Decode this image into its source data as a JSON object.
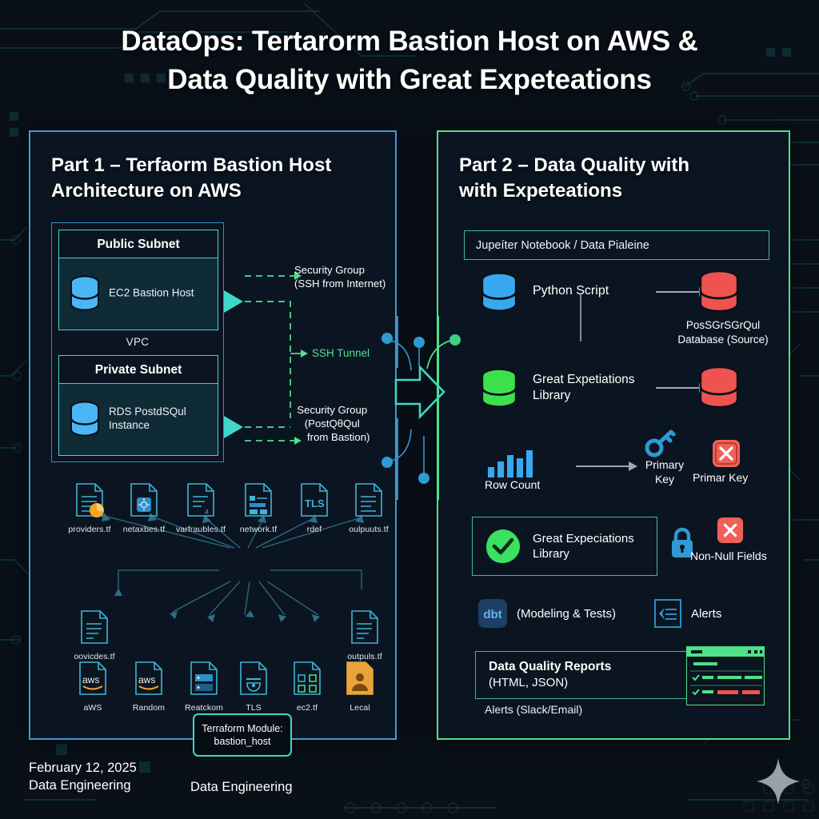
{
  "title": {
    "line1": "DataOps: Tertarorm Bastion Host on AWS &",
    "line2": "Data Quality with Great Expeteations"
  },
  "colors": {
    "background": "#0a1018",
    "panel_bg": "#0b1521",
    "left_border": "#3f9ad8",
    "right_border": "#4fe08a",
    "teal": "#3fd7c9",
    "green": "#4fe08a",
    "blue": "#38a8f0",
    "red": "#ef5350",
    "green_db": "#3ce04d"
  },
  "left_panel": {
    "heading_line1": "Part 1 – Terfaorm Bastion Host",
    "heading_line2": "Architecture on AWS",
    "vpc_label": "VPC",
    "subnets": [
      {
        "name": "Public Subnet",
        "resource": "EC2 Bastion Host",
        "icon": "database-cylinder-icon"
      },
      {
        "name": "Private Subnet",
        "resource": "RDS PostdSQul Instance",
        "icon": "database-cylinder-icon"
      }
    ],
    "annotations": [
      {
        "id": "sg-internet",
        "line1": "Security Group",
        "line2": "(SSH from Internet)"
      },
      {
        "id": "ssh-tunnel",
        "text": "SSH Tunnel"
      },
      {
        "id": "sg-bastion",
        "line1": "Security Group",
        "line2": "(PostQθQul",
        "line3": "from Bastion)"
      }
    ],
    "module_box": {
      "line1": "Terraform Module:",
      "line2": "bastion_host"
    },
    "files_top": [
      {
        "label": "providers.tf",
        "icon": "file-lines-icon"
      },
      {
        "label": "netaxbes.tf",
        "icon": "file-config-icon"
      },
      {
        "label": "varfraubles.tf",
        "icon": "file-variables-icon"
      },
      {
        "label": "network.tf",
        "icon": "file-network-icon"
      },
      {
        "label": "rdef",
        "icon": "file-tls-icon"
      },
      {
        "label": "oulpuuts.tf",
        "icon": "file-lines-icon"
      }
    ],
    "files_mid": [
      {
        "label": "oovicdes.tf",
        "icon": "file-lines-icon"
      },
      {
        "label": "outpuls.tf",
        "icon": "file-lines-icon"
      }
    ],
    "files_bottom": [
      {
        "label": "aWS",
        "icon": "aws-provider-icon"
      },
      {
        "label": "Random",
        "icon": "aws-provider-icon"
      },
      {
        "label": "Reatckom",
        "icon": "file-server-icon"
      },
      {
        "label": "TLS",
        "icon": "file-shield-icon"
      },
      {
        "label": "ec2.tf",
        "icon": "file-nodes-icon"
      },
      {
        "label": "Lecal",
        "icon": "file-user-icon"
      }
    ]
  },
  "right_panel": {
    "heading_line1": "Part 2 – Data Quality with",
    "heading_line2": "with Expeteations",
    "notebook_box": "Jupeíter Notebook / Data Pialeine",
    "rows": [
      {
        "id": "python-script",
        "icon": "database-cylinder-blue-icon",
        "label": "Python Script",
        "arrow": "arrow-right-icon",
        "target_icon": "database-cylinder-red-icon",
        "target_line1": "PosSGrSGrQul",
        "target_line2": "Database (Source)"
      },
      {
        "id": "great-expectations",
        "icon": "database-cylinder-green-icon",
        "label_line1": "Great Expetiations",
        "label_line2": "Library",
        "arrow": "arrow-right-icon",
        "target_icon": "database-cylinder-red-icon"
      }
    ],
    "metrics": {
      "row_count_label": "Row Count",
      "row_count_icon": "bar-chart-icon",
      "arrow": "arrow-right-icon",
      "primary_key_line1": "Primary",
      "primary_key_line2": "Key",
      "primary_key_icon": "key-icon",
      "primar_key_label": "Primar Key",
      "primar_key_icon": "red-x-icon"
    },
    "ge_box": {
      "line1": "Great Expeciations",
      "line2": "Library",
      "icon": "green-check-icon"
    },
    "non_null": {
      "label": "Non-Null Fields",
      "lock_icon": "lock-icon",
      "x_icon": "red-x-icon"
    },
    "dbt": {
      "badge": "dbt",
      "label": "(Modeling & Tests)",
      "icon": "dbt-icon"
    },
    "alerts": {
      "label": "Alerts",
      "icon": "alerts-icon"
    },
    "reports_box": {
      "line1": "Data Quality Reports",
      "line2": "(HTML, JSON)",
      "preview_icon": "report-window-icon"
    },
    "alerts_footer": "Alerts (Slack/Email)"
  },
  "center": {
    "arrow_icon": "big-arrow-right-icon"
  },
  "footer": {
    "date": "February 12, 2025",
    "category": "Data Engineering",
    "category_right": "Data Engineering",
    "watermark_icon": "sparkle-icon"
  },
  "chart_data": {
    "type": "bar",
    "title": "Row Count",
    "categories": [
      "1",
      "2",
      "3",
      "4",
      "5"
    ],
    "values": [
      10,
      18,
      26,
      22,
      32
    ],
    "xlabel": "",
    "ylabel": "",
    "ylim": [
      0,
      34
    ],
    "grid": false,
    "legend": "none"
  }
}
